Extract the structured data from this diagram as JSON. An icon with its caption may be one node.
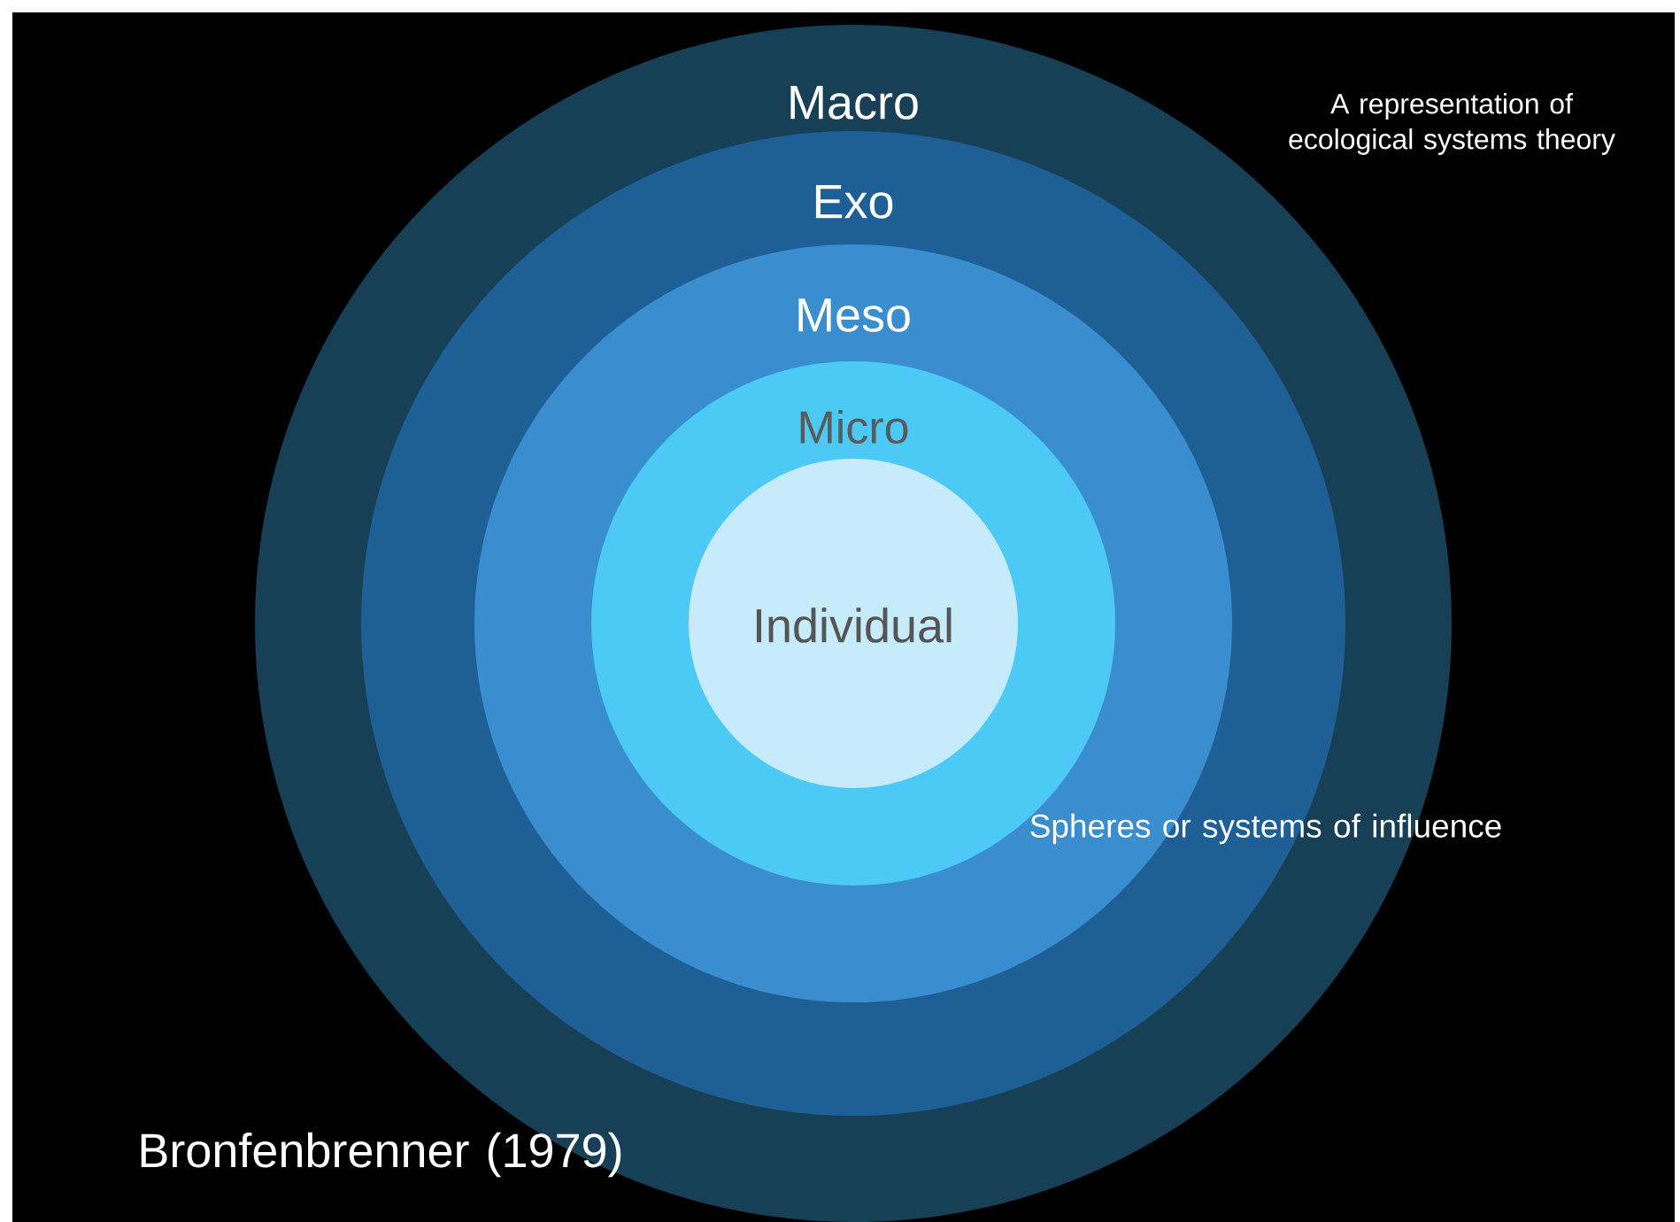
{
  "diagram": {
    "nodes": [
      {
        "text": [
          "Macro"
        ]
      },
      {
        "text": [
          "Exo"
        ],
        "in": 0
      },
      {
        "text": [
          "Meso"
        ],
        "in": 1
      },
      {
        "text": [
          "Micro"
        ],
        "in": 2
      },
      {
        "text": [
          "Individual"
        ],
        "in": 3
      }
    ],
    "labels": [
      "A representation of ecological systems theory",
      "Spheres or systems of influence",
      "Bronfenbrenner (1979)"
    ]
  }
}
